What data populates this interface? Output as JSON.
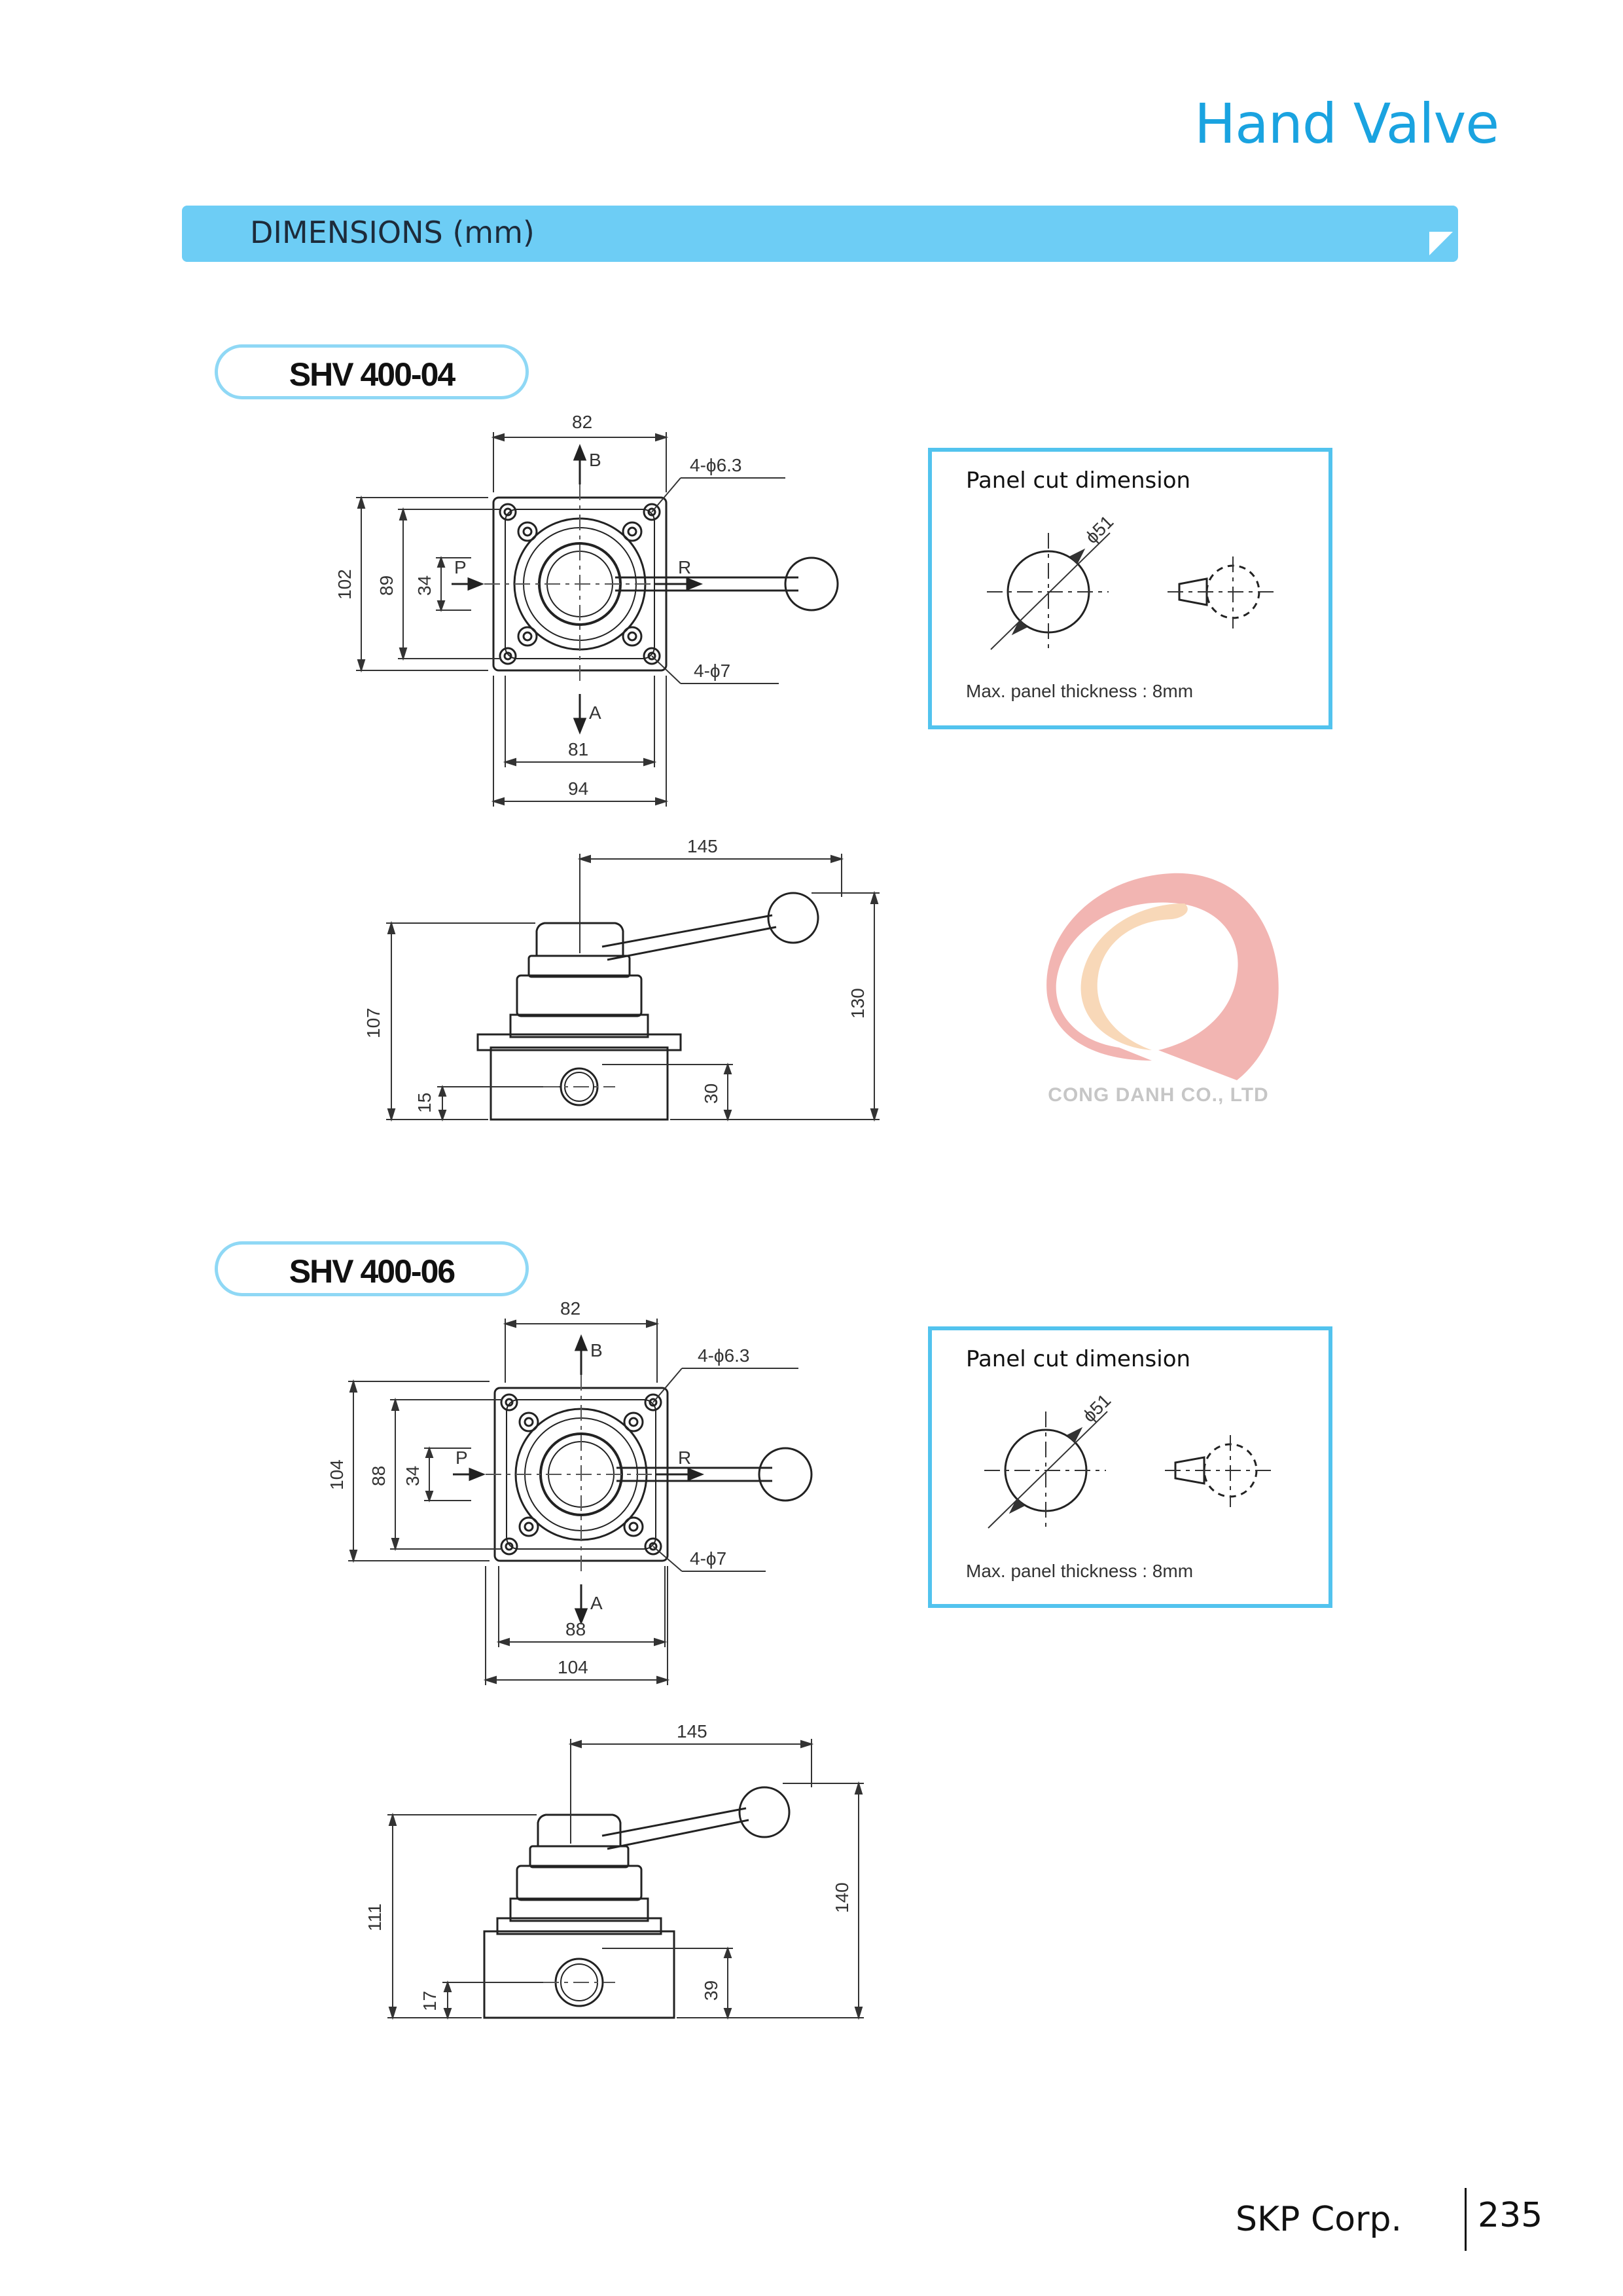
{
  "header": {
    "title": "Hand Valve"
  },
  "section": {
    "label": "DIMENSIONS (mm)"
  },
  "models": [
    {
      "name": "SHV 400-04",
      "top": {
        "d82": "82",
        "hole_top": "4-ϕ6.3",
        "hole_bottom": "4-ϕ7",
        "d102": "102",
        "d89": "89",
        "d34": "34",
        "d81": "81",
        "d94": "94",
        "port_p": "P",
        "port_r": "R",
        "port_b": "B",
        "port_a": "A"
      },
      "side": {
        "d145": "145",
        "d107": "107",
        "d15": "15",
        "d30": "30",
        "d130": "130"
      },
      "panel": {
        "title": "Panel cut dimension",
        "dia": "ϕ51",
        "note": "Max. panel thickness : 8mm"
      }
    },
    {
      "name": "SHV 400-06",
      "top": {
        "d82": "82",
        "hole_top": "4-ϕ6.3",
        "hole_bottom": "4-ϕ7",
        "d102": "104",
        "d89": "88",
        "d34": "34",
        "d81": "88",
        "d94": "104",
        "port_p": "P",
        "port_r": "R",
        "port_b": "B",
        "port_a": "A"
      },
      "side": {
        "d145": "145",
        "d107": "111",
        "d15": "17",
        "d30": "39",
        "d130": "140"
      },
      "panel": {
        "title": "Panel cut dimension",
        "dia": "ϕ51",
        "note": "Max. panel thickness : 8mm"
      }
    }
  ],
  "watermark": {
    "text": "CONG DANH CO., LTD"
  },
  "footer": {
    "company": "SKP Corp.",
    "page": "235"
  },
  "colors": {
    "title": "#1aa3e0",
    "section_bar": "#6dcdf5",
    "pill_border": "#8fd8f5",
    "panel_border": "#52c3ee"
  }
}
